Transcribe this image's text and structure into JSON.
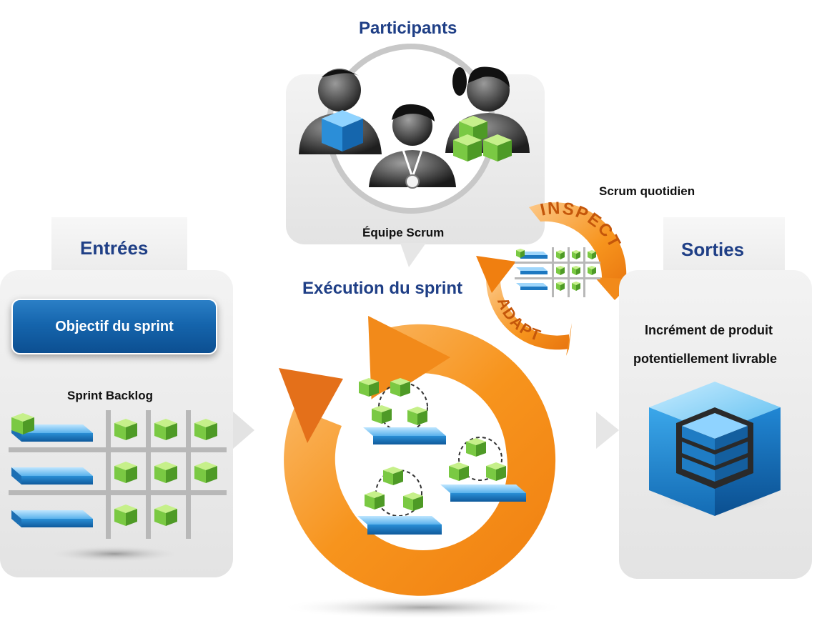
{
  "participants": {
    "title": "Participants",
    "team_label": "Équipe Scrum"
  },
  "inputs": {
    "title": "Entrées",
    "goal_label": "Objectif du sprint",
    "backlog_label": "Sprint Backlog"
  },
  "execution": {
    "title": "Exécution du sprint"
  },
  "daily": {
    "title": "Scrum quotidien",
    "inspect_text": "INSPECT",
    "adapt_text": "ADAPT"
  },
  "outputs": {
    "title": "Sorties",
    "increment_line1": "Incrément de produit",
    "increment_line2": "potentiellement livrable"
  },
  "colors": {
    "heading_blue": "#1f3f86",
    "orange": "#f7941d",
    "green_cube": "#7ac943",
    "blue_slab": "#2a8fd6"
  }
}
